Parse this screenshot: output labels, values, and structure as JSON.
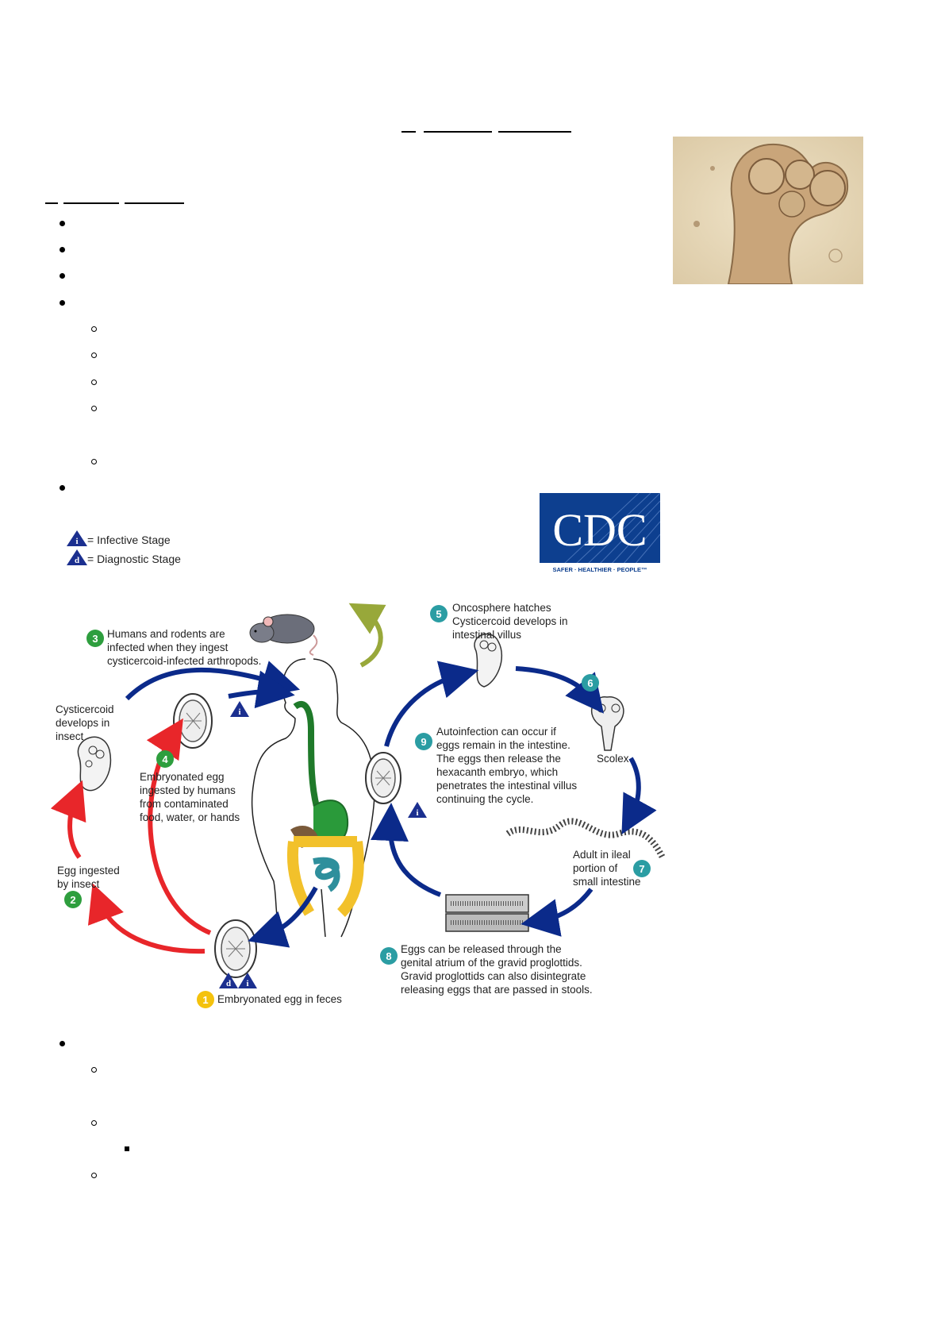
{
  "colors": {
    "cycle_blue": "#0b2a8a",
    "cycle_red": "#e8262a",
    "step_green": "#2e9e3e",
    "step_teal": "#2b9da3",
    "step_yellow": "#f4c20d",
    "cdc_blue": "#0d3f8f",
    "olive_arrow": "#98a83a"
  },
  "icons": [
    "bullet-dot",
    "hollow-circle-bullet",
    "square-bullet",
    "info-triangle-icon",
    "diagnostic-triangle-icon",
    "cdc-logo",
    "rat-illustration",
    "microscope-photo"
  ],
  "cdc": {
    "name": "CDC",
    "tagline": "SAFER · HEALTHIER · PEOPLE™"
  },
  "legend": {
    "infective": {
      "glyph": "i",
      "label": "= Infective Stage"
    },
    "diagnostic": {
      "glyph": "d",
      "label": "= Diagnostic Stage"
    }
  },
  "steps": [
    {
      "num": "1",
      "lines": [
        "Embryonated egg in feces"
      ]
    },
    {
      "num": "2",
      "lines": [
        "Egg ingested",
        "by insect"
      ]
    },
    {
      "num": "3",
      "lines": [
        "Humans and rodents are",
        "infected when they ingest",
        "cysticercoid-infected arthropods."
      ]
    },
    {
      "num": "4",
      "lines": [
        "Embryonated egg",
        "ingested by humans",
        "from contaminated",
        "food, water, or hands"
      ]
    },
    {
      "num": "5",
      "lines": [
        "Oncosphere hatches",
        "Cysticercoid develops in",
        "intestinal villus"
      ]
    },
    {
      "num": "6",
      "lines": []
    },
    {
      "num": "7",
      "lines": [
        "Adult in ileal",
        "portion of",
        "small intestine"
      ]
    },
    {
      "num": "8",
      "lines": [
        "Eggs can be released through the",
        "genital atrium of the gravid proglottids.",
        "Gravid proglottids can also disintegrate",
        "releasing eggs that are passed in stools."
      ]
    },
    {
      "num": "9",
      "lines": [
        "Autoinfection can occur if",
        "eggs remain in the intestine.",
        "The eggs then release the",
        "hexacanth embryo, which",
        "penetrates the intestinal villus",
        "continuing the cycle."
      ]
    }
  ],
  "labels": {
    "cysticercoid": [
      "Cysticercoid",
      "develops in",
      "insect"
    ],
    "scolex": "Scolex"
  },
  "stage_marks": {
    "i": "i",
    "d": "d"
  }
}
